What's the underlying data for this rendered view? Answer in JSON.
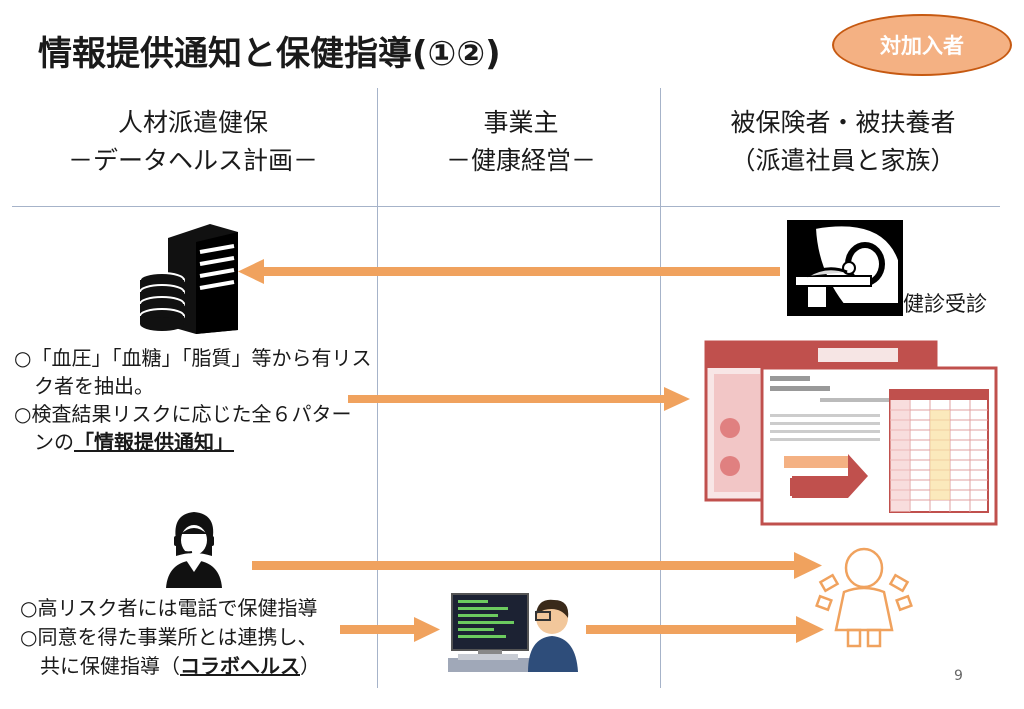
{
  "title": "情報提供通知と保健指導(①②)",
  "badge": "対加入者",
  "columns": {
    "health_insurance": {
      "line1": "人材派遣健保",
      "line2": "－データヘルス計画－"
    },
    "employer": {
      "line1": "事業主",
      "line2": "－健康経営－"
    },
    "insured": {
      "line1": "被保険者・被扶養者",
      "line2": "（派遣社員と家族）"
    }
  },
  "checkup_label": "健診受診",
  "notice_text": {
    "line1": "○「血圧」「血糖」「脂質」等から有リス",
    "line2": "ク者を抽出。",
    "line3": "○検査結果リスクに応じた全６パター",
    "line4_pre": "ンの",
    "line4_em": "「情報提供通知」"
  },
  "guidance_text": {
    "line1": "○高リスク者には電話で保健指導",
    "line2": "○同意を得た事業所とは連携し、",
    "line3_pre": "共に保健指導（",
    "line3_em": "コラボヘルス",
    "line3_post": "）"
  },
  "page_number": "9",
  "colors": {
    "arrow": "#F0A25E",
    "badge_fill": "#F4B183",
    "badge_border": "#C65911",
    "divider": "#A6B3C9",
    "doc_red": "#C0504D"
  },
  "icons": [
    "server-database-icon",
    "ct-scanner-patient-icon",
    "notification-documents-icon",
    "call-center-operator-icon",
    "office-worker-computer-icon",
    "person-outline-icon"
  ]
}
